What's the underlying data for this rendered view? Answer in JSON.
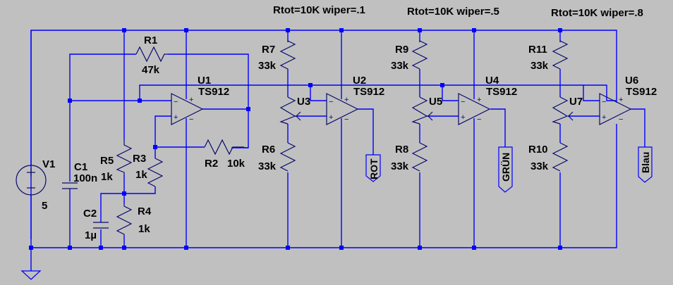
{
  "schematic": {
    "background_color": "#c0c0c0",
    "wire_color": "#0000ff",
    "component_color": "#0a0a6e",
    "directives": [
      {
        "id": "dir1",
        "text": "Rtot=10K wiper=.1"
      },
      {
        "id": "dir2",
        "text": "Rtot=10K wiper=.5"
      },
      {
        "id": "dir3",
        "text": "Rtot=10K wiper=.8"
      }
    ],
    "components": {
      "V1": {
        "name": "V1",
        "value": "5",
        "type": "voltage-source"
      },
      "C1": {
        "name": "C1",
        "value": "100n",
        "type": "capacitor"
      },
      "C2": {
        "name": "C2",
        "value": "1µ",
        "type": "capacitor"
      },
      "R1": {
        "name": "R1",
        "value": "47k",
        "type": "resistor"
      },
      "R2": {
        "name": "R2",
        "value": "10k",
        "type": "resistor"
      },
      "R3": {
        "name": "R3",
        "value": "1k",
        "type": "resistor"
      },
      "R4": {
        "name": "R4",
        "value": "1k",
        "type": "resistor"
      },
      "R5": {
        "name": "R5",
        "value": "1k",
        "type": "resistor"
      },
      "R6": {
        "name": "R6",
        "value": "33k",
        "type": "resistor"
      },
      "R7": {
        "name": "R7",
        "value": "33k",
        "type": "resistor"
      },
      "R8": {
        "name": "R8",
        "value": "33k",
        "type": "resistor"
      },
      "R9": {
        "name": "R9",
        "value": "33k",
        "type": "resistor"
      },
      "R10": {
        "name": "R10",
        "value": "33k",
        "type": "resistor"
      },
      "R11": {
        "name": "R11",
        "value": "33k",
        "type": "resistor"
      },
      "U1": {
        "name": "U1",
        "value": "TS912",
        "type": "opamp"
      },
      "U2": {
        "name": "U2",
        "value": "TS912",
        "type": "opamp"
      },
      "U4": {
        "name": "U4",
        "value": "TS912",
        "type": "opamp"
      },
      "U6": {
        "name": "U6",
        "value": "TS912",
        "type": "opamp"
      },
      "U3": {
        "name": "U3",
        "type": "potentiometer"
      },
      "U5": {
        "name": "U5",
        "type": "potentiometer"
      },
      "U7": {
        "name": "U7",
        "type": "potentiometer"
      }
    },
    "net_labels": {
      "rot": "ROT",
      "gruen": "GRÜN",
      "blau": "Blau"
    },
    "pin_symbols": {
      "plus": "+",
      "minus": "−"
    }
  }
}
